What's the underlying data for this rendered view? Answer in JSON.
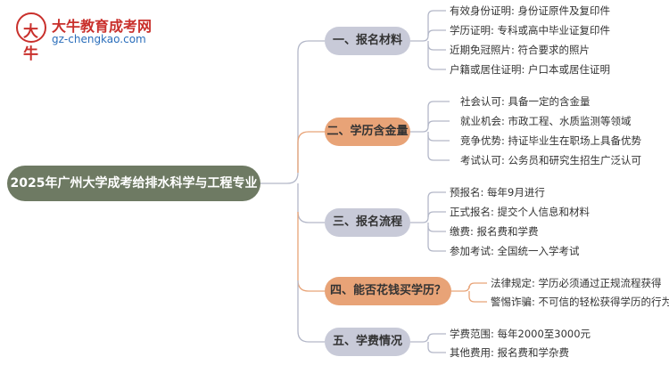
{
  "logo": {
    "mark": "大牛",
    "title": "大牛教育成考网",
    "url": "gz-chengkao.com"
  },
  "colors": {
    "root": "#6e7a63",
    "branch_gray": "#c8cad8",
    "branch_orange": "#e8a377",
    "line_gray": "#b3b7c8",
    "line_orange": "#e8a377"
  },
  "mindmap": {
    "root": "2025年广州大学成考给排水科学与工程专业",
    "branches": [
      {
        "label": "一、报名材料",
        "style": "gray",
        "children": [
          "有效身份证明: 身份证原件及复印件",
          "学历证明: 专科或高中毕业证复印件",
          "近期免冠照片: 符合要求的照片",
          "户籍或居住证明: 户口本或居住证明"
        ]
      },
      {
        "label": "二、学历含金量",
        "style": "orange",
        "children": [
          "社会认可: 具备一定的含金量",
          "就业机会: 市政工程、水质监测等领域",
          "竞争优势: 持证毕业生在职场上具备优势",
          "考试认可: 公务员和研究生招生广泛认可"
        ]
      },
      {
        "label": "三、报名流程",
        "style": "gray",
        "children": [
          "预报名: 每年9月进行",
          "正式报名: 提交个人信息和材料",
          "缴费: 报名费和学费",
          "参加考试: 全国统一入学考试"
        ]
      },
      {
        "label": "四、能否花钱买学历？",
        "style": "orange",
        "children": [
          "法律规定: 学历必须通过正规流程获得",
          "警惕诈骗: 不可信的轻松获得学历的行为"
        ]
      },
      {
        "label": "五、学费情况",
        "style": "gray",
        "children": [
          "学费范围: 每年2000至3000元",
          "其他费用: 报名费和学杂费"
        ]
      }
    ]
  }
}
